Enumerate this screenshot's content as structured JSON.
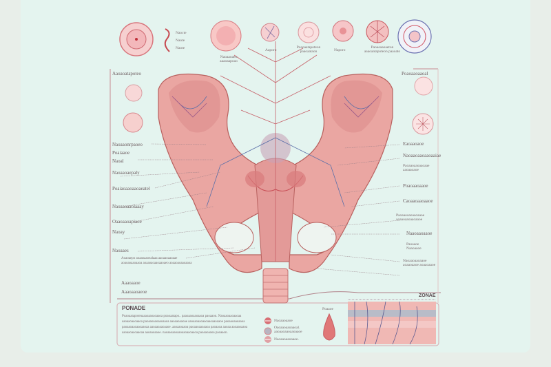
{
  "colors": {
    "background": "#e4f4ef",
    "bone": "#e8a9a4",
    "bone_dark": "#b8605e",
    "vessel_red": "#c9505a",
    "vessel_blue": "#5a6fa8",
    "frame": "#c98a90"
  },
  "top_labels": [
    "Naocte",
    "Naote",
    "Naote",
    "Aaporo",
    "Poaoaatapoteon paaoaataon",
    "Naporo",
    "Paoaeaaoaeton aaaoaatapoteon paaoato",
    "Naoaaoaeo aaaoaapoao"
  ],
  "left_labels": [
    "Aaoaoatapoteo",
    "Naoaaonrpaoeo",
    "Poaiaaoe",
    "Naoal",
    "Naoaaoaepaly",
    "Poaiaoaaoaaoaeatel",
    "Naoaaoaaolaaay",
    "Oaaoaaoapiaoe",
    "Naoay",
    "Naoaaes",
    "Aaaoaaoe",
    "Aaaoaaoaeoe"
  ],
  "left_note": "Aoaoaepo aoaaoaaoealaaa aaoaaoaaoaae aoaoaoaaoaaoa aoaaoaoaaoaaoaeo aoaaoaoaaoaaoa",
  "right_labels": [
    "Poaoaaoaaoal",
    "Eaoaaoaoe",
    "Naoaaoaaoaaoaaiae",
    "Paoaaoaaoaaoaae aaoaaoaoe",
    "Poaoaaoaaoe",
    "Caoaaoaaoaaoe",
    "Paoaaoaaoaaoaaoe aoaaoaaoaaoaaoe",
    "Naaoaaoaaoe",
    "Paoaaoe Naaoaaoe",
    "Naoaaoaaoaaoe aoaaoaaoe aoaaoaaoe"
  ],
  "bottom": {
    "title": "PONADE",
    "paragraph": "Poaoaatapotenaaaoaaoaoaaoa poaoaatapo.. paaoaaoaaoaaoa paoaaon. Naoaaoaaoaaoaa aaoaaoaaoaaoa paoaaoaaoaaoaaoa aaoaaoaaoae aaoaaoaaoaaoaaoaaoaaoe paoaaoaaoaaoa paoaaoaaoaaoaaoaa aaoaaoaaoaaoe. aaoaaoaaoa paoaaoaaoaaoa paoaaoa aaoaa aaoaaoaaoa aaoaaoaaoaaoaa aaoaaoaaoe. naoaaoaaoaaoaaoaaoaaoa paoaaoaaoa paoaaon.",
    "legend": [
      "Naoaaoaaoe",
      "Oaoaaoaaoaaoal. aaoaaoaaoaaoaaoe",
      "Naoaaoaaoaaoe."
    ],
    "feature_label": "Poaaoe",
    "zone_label": "ZONAE"
  }
}
